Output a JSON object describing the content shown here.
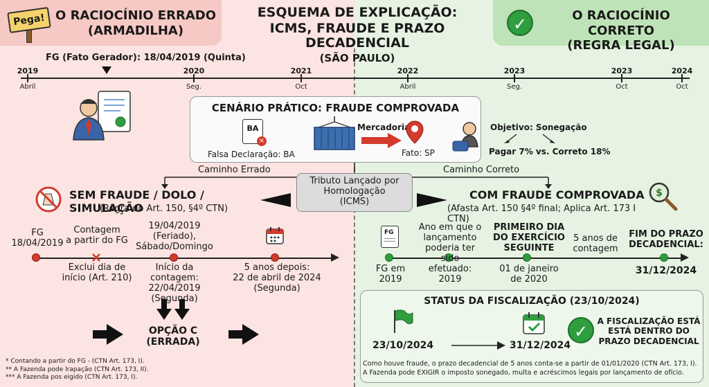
{
  "header": {
    "title_line1": "ESQUEMA DE EXPLICAÇÃO:",
    "title_line2": "ICMS, FRAUDE E PRAZO DECADENCIAL",
    "title_line3": "(SÃO PAULO)",
    "left_sign": "Pega!",
    "left_line1": "O RACIOCÍNIO ERRADO",
    "left_line2": "(ARMADILHA)",
    "right_line1": "O RACIOCÍNIO CORRETO",
    "right_line2": "(REGRA LEGAL)",
    "check_glyph": "✓"
  },
  "timeline": {
    "fg_label": "FG (Fato Gerador): 18/04/2019 (Quinta)",
    "ticks": [
      {
        "year": "2019",
        "month": "Abril"
      },
      {
        "year": "2020",
        "month": "Seg."
      },
      {
        "year": "2021",
        "month": "Oct"
      },
      {
        "year": "2022",
        "month": "Abril"
      },
      {
        "year": "2023",
        "month": "Seg."
      },
      {
        "year": "2023",
        "month": "Oct"
      },
      {
        "year": "2024",
        "month": "Oct"
      }
    ]
  },
  "scenario": {
    "title": "CENÁRIO PRÁTICO: FRAUDE COMPROVADA",
    "doc_label": "BA",
    "false_decl": "Falsa Declaração: BA",
    "merch": "Mercadoria",
    "fact": "Fato: SP",
    "objective": "Objetivo: Sonegação",
    "compare": "Pagar 7% vs. Correto 18%"
  },
  "center": {
    "tribute_line1": "Tributo Lançado por",
    "tribute_line2": "Homologação",
    "tribute_line3": "(ICMS)",
    "path_wrong": "Caminho Errado",
    "path_right": "Caminho Correto"
  },
  "left": {
    "heading": "SEM FRAUDE / DOLO / SIMULAÇÃO",
    "subheading": "(Regra do Art. 150, §4º CTN)",
    "steps": {
      "s1_top": "FG\n18/04/2019",
      "s2_top": "Contagem\na partir do FG",
      "s2_bottom": "Exclui dia de\ninício (Art. 210)",
      "s3_top": "19/04/2019\n(Feriado),\nSábado/Domingo",
      "s3_bottom": "Início da contagem:\n22/04/2019\n(Segunda)",
      "s4_bottom": "5 anos depois:\n22 de abril de 2024\n(Segunda)"
    },
    "option_line1": "OPÇÃO C",
    "option_line2": "(ERRADA)",
    "footnotes": [
      "* Contando a partir do FG - (CTN Art. 173, I).",
      "** A Fazenda pode lrapação (CTN Art. 173, II).",
      "*** A Fazenda pos eigido (CTN Art. 173, I)."
    ]
  },
  "right": {
    "heading": "COM FRAUDE COMPROVADA",
    "subheading": "(Afasta Art. 150 §4º final; Aplica Art. 173 I CTN)",
    "doc_label": "FG",
    "steps": {
      "s1_bottom": "FG em\n2019",
      "s2_top": "Ano em que o\nlançamento\npoderia ter sido",
      "s2_bottom": "efetuado:\n2019",
      "s3_top": "PRIMEIRO DIA\nDO EXERCÍCIO\nSEGUINTE",
      "s3_bottom": "01 de janeiro\nde 2020",
      "s4_top": "5 anos de\ncontagem",
      "s5_top": "FIM DO PRAZO\nDECADENCIAL:",
      "s5_bottom": "31/12/2024"
    },
    "status": {
      "title": "STATUS DA FISCALIZAÇÃO (23/10/2024)",
      "date_from": "23/10/2024",
      "date_to": "31/12/2024",
      "verdict": "A FISCALIZAÇÃO ESTÁ\nESTÁ DENTRO DO\nPRAZO DECADENCIAL",
      "note_line1": "Como houve fraude, o prazo decadencial de 5 anos conta-se a partir de 01/01/2020 (CTN Art. 173, I).",
      "note_line2": "A Fazenda pode EXIGIR o imposto sonegado, multa e acréscimos legais por lançamento de ofício."
    }
  },
  "colors": {
    "left_bg": "#fbe4e2",
    "right_bg": "#e6f3e3",
    "wrong": "#d33b2c",
    "right": "#2e9e3e"
  }
}
